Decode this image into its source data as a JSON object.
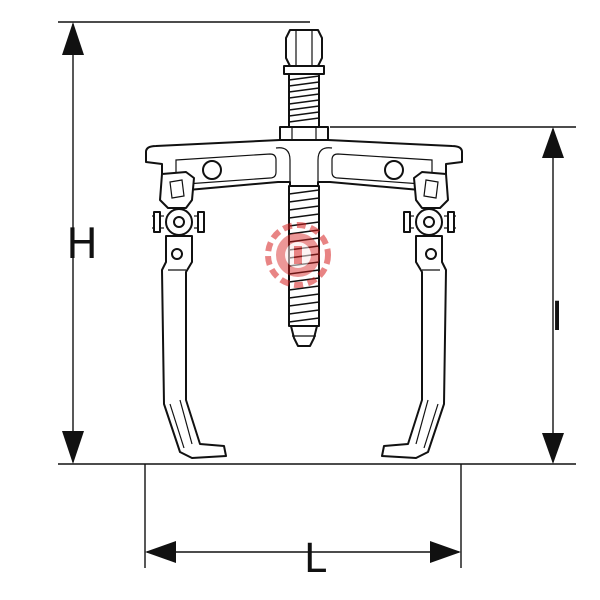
{
  "dimensions": {
    "height_label": "H",
    "inner_label": "I",
    "length_label": "L"
  },
  "watermark": {
    "description": "red gear logo",
    "color": "#d62020"
  },
  "colors": {
    "line": "#111111",
    "background": "#ffffff"
  }
}
